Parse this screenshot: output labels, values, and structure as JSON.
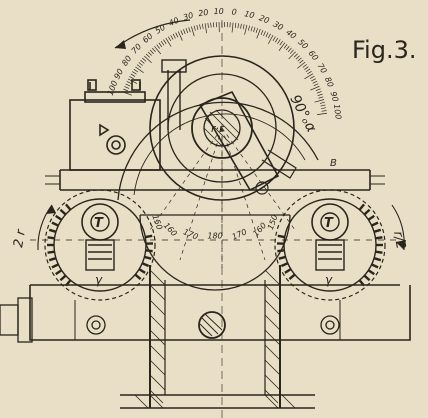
{
  "figure": {
    "label": "Fig.3.",
    "annotation_angle": "90°ₒα",
    "colors": {
      "paper": "#e8dfc6",
      "ink": "#2a251d"
    }
  },
  "scale_top": {
    "ticks": [
      "100",
      "90",
      "80",
      "70",
      "60",
      "50",
      "40",
      "30",
      "20",
      "10",
      "0",
      "10",
      "20",
      "30",
      "40",
      "50",
      "60",
      "70",
      "80",
      "90",
      "100"
    ]
  },
  "scale_bottom": {
    "ticks": [
      "150",
      "160",
      "170",
      "180",
      "170",
      "160",
      "150"
    ]
  },
  "labels": {
    "center_hub": "r·r",
    "gear_left": "T",
    "gear_right": "T",
    "gear_left_lower": "γ",
    "gear_right_lower": "γ",
    "pitch_left": "2 r",
    "pitch_right": "r/2",
    "right_edge": "B"
  }
}
